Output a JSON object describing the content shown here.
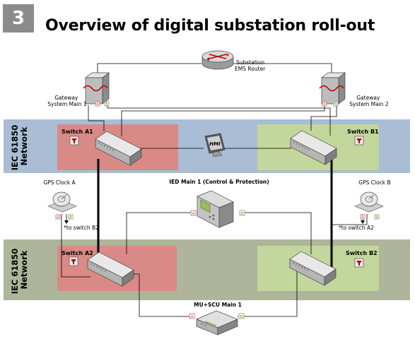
{
  "header": {
    "number": "3",
    "title": "Overview of digital substation roll-out"
  },
  "colors": {
    "network_band_top": "#a9bdd4",
    "network_band_bottom": "#aeb59a",
    "zone_red": "#d98a86",
    "zone_green": "#c3d69b",
    "badge": "#8b8b8b"
  },
  "networks": {
    "top": [
      "IEC 61850",
      "Network"
    ],
    "bottom": [
      "IEC 61850",
      "Network"
    ]
  },
  "labels": {
    "router": [
      "Substation",
      "EMS Router"
    ],
    "gateway_1": [
      "Gateway",
      "System Main 1"
    ],
    "gateway_2": [
      "Gateway",
      "System Main 2"
    ],
    "switch_a1": "Switch A1",
    "switch_b1": "Switch B1",
    "switch_a2": "Switch A2",
    "switch_b2": "Switch B2",
    "hmi": "HMI",
    "ied": "IED Main 1 (Control & Protection)",
    "gps_a": "GPS Clock A",
    "gps_b": "GPS Clock B",
    "gps_a_note": "*to switch B2",
    "gps_b_note": "*to switch A2",
    "mu": "MU+SCU Main 1"
  },
  "port_marks": {
    "a": "A",
    "b": "B"
  }
}
